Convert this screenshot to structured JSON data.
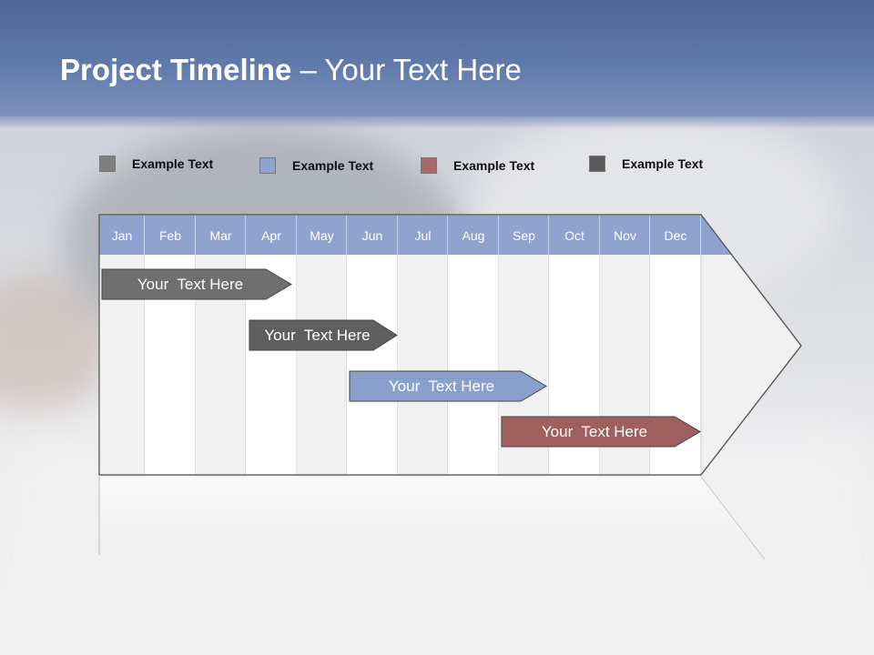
{
  "title": {
    "bold": "Project Timeline",
    "rest": " – Your Text Here"
  },
  "legend": [
    {
      "label": "Example Text",
      "color": "#7f7f7f"
    },
    {
      "label": "Example Text",
      "color": "#8ea4cf"
    },
    {
      "label": "Example Text",
      "color": "#a56b6b"
    },
    {
      "label": "Example Text",
      "color": "#5a5a5a"
    }
  ],
  "months": [
    "Jan",
    "Feb",
    "Mar",
    "Apr",
    "May",
    "Jun",
    "Jul",
    "Aug",
    "Sep",
    "Oct",
    "Nov",
    "Dec"
  ],
  "tasks": [
    {
      "label": "Your  Text Here",
      "color": "#6f6f6f"
    },
    {
      "label": "Your  Text Here",
      "color": "#5f5f5f"
    },
    {
      "label": "Your  Text Here",
      "color": "#8aa0cc"
    },
    {
      "label": "Your  Text Here",
      "color": "#a05f5f"
    }
  ],
  "colors": {
    "header_bar": "#8ea4cf",
    "timeline_arrow": "#f0f0f0"
  }
}
